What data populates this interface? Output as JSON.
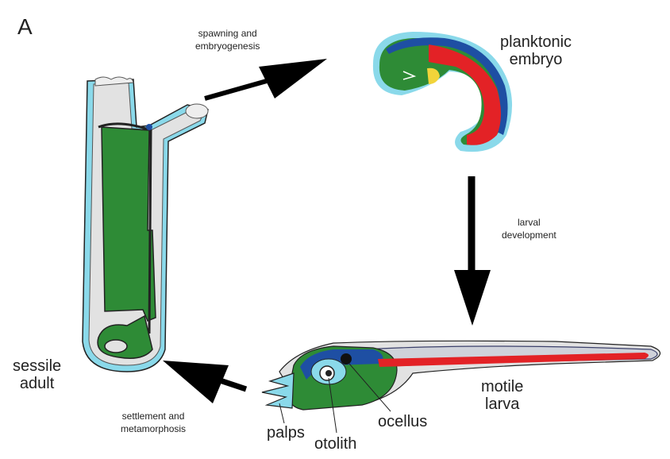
{
  "panel_label": "A",
  "labels": {
    "spawning": "spawning and\nembryogenesis",
    "embryo": "planktonic\nembryo",
    "larval_dev": "larval\ndevelopment",
    "sessile": "sessile\nadult",
    "settlement": "settlement and\nmetamorphosis",
    "motile": "motile\nlarva",
    "palps": "palps",
    "otolith": "otolith",
    "ocellus": "ocellus"
  },
  "colors": {
    "tunic": "#8ad9ea",
    "tunic_fill": "#e2e2e2",
    "body": "#2e8b36",
    "notochord": "#e32226",
    "neural": "#1e4fa3",
    "endoderm_yellow": "#f2d43a",
    "outline": "#222222"
  }
}
